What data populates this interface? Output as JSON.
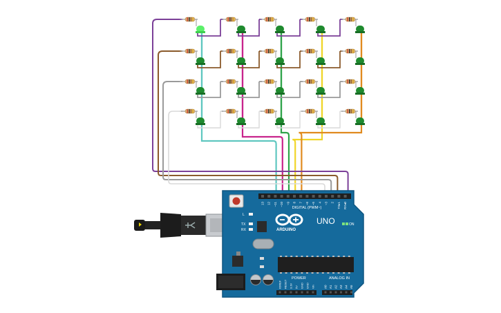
{
  "board": {
    "brand": "ARDUINO",
    "model": "UNO",
    "digital_header": "DIGITAL (PWM~)",
    "analog_header": "ANALOG IN",
    "power_header": "POWER",
    "on_label": "ON",
    "led_l": "L",
    "led_tx": "TX",
    "led_rx": "RX",
    "aref": "AREF",
    "gnd": "GND",
    "digital_pins": [
      "13",
      "12",
      "~11",
      "~10",
      "~9",
      "8",
      "7",
      "~6",
      "~5",
      "4",
      "~3",
      "2",
      "TX▸1",
      "RX◂0"
    ],
    "power_pins": [
      "IOREF",
      "RESET",
      "3.3V",
      "5V",
      "GND",
      "GND",
      "Vin"
    ],
    "analog_pins": [
      "A0",
      "A1",
      "A2",
      "A3",
      "A4",
      "A5"
    ]
  },
  "circuit": {
    "rows": 4,
    "cols": 5,
    "lit_led": [
      0,
      0
    ],
    "column_wire_colors": [
      "#5fc7c0",
      "#c8248c",
      "#2ea44a",
      "#f0d52a",
      "#e08a1e"
    ],
    "row_wire_colors": [
      "#7b3f98",
      "#8a5a2b",
      "#9a9a9a",
      "#d9d9d9"
    ],
    "led_color": "#1e8a2e",
    "led_lit_color": "#5cf06a"
  },
  "icons": {
    "usb": "usb-cable-icon",
    "power_jack": "power-jack-icon",
    "reset": "reset-button-icon",
    "logo": "arduino-infinity-logo-icon"
  }
}
